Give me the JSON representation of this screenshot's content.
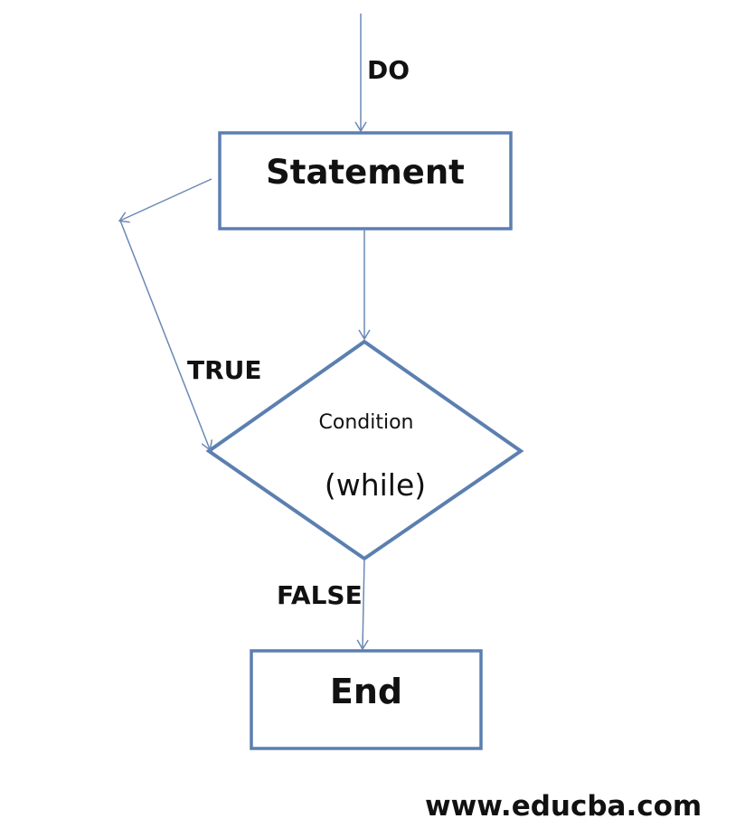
{
  "labels": {
    "do": "DO",
    "statement": "Statement",
    "true_branch": "TRUE",
    "condition": "Condition",
    "while": "(while)",
    "false_branch": "FALSE",
    "end": "End"
  },
  "watermark": "www.educba.com",
  "colors": {
    "box_border": "#5b7fb0",
    "arrow": "#6a88b6",
    "text": "#111111",
    "background": "#ffffff"
  }
}
